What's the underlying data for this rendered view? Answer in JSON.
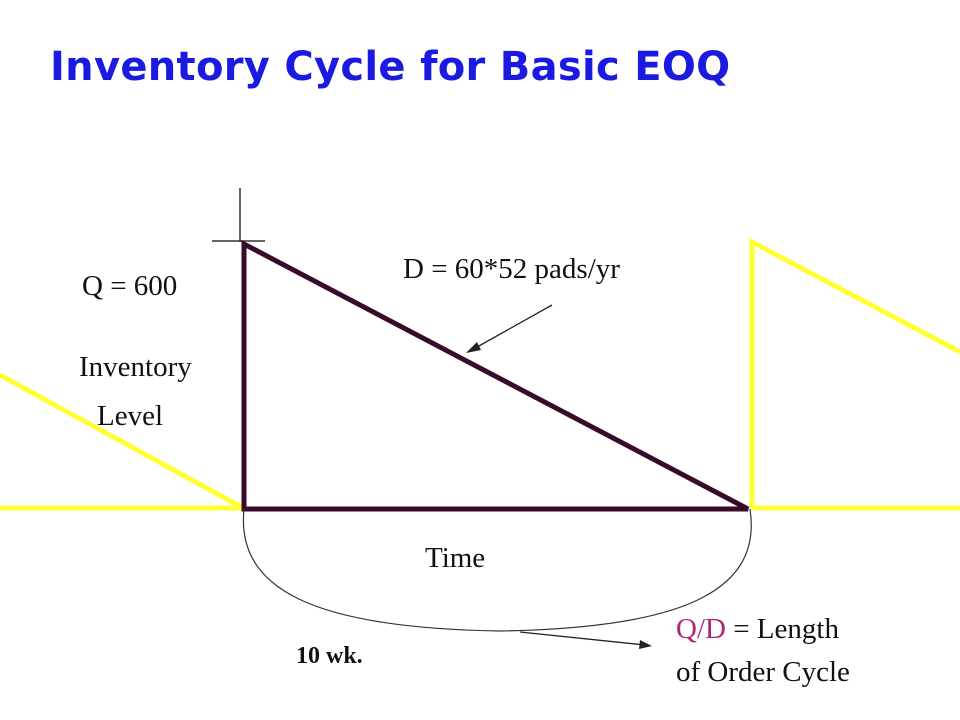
{
  "title": "Inventory Cycle for Basic EOQ",
  "labels": {
    "q_value": "Q  = 600",
    "y_axis_line1": "Inventory",
    "y_axis_line2": "Level",
    "demand": "D = 60*52 pads/yr",
    "x_axis": "Time",
    "cycle_length": "10 wk.",
    "qd_prefix": "Q/D",
    "qd_suffix": " = Length",
    "qd_line2": "of Order Cycle"
  },
  "colors": {
    "title": "#1a1ae0",
    "cycle_line": "#3a0a2a",
    "adjacent_cycles": "#ffff33",
    "qd_highlight": "#b0277a"
  }
}
